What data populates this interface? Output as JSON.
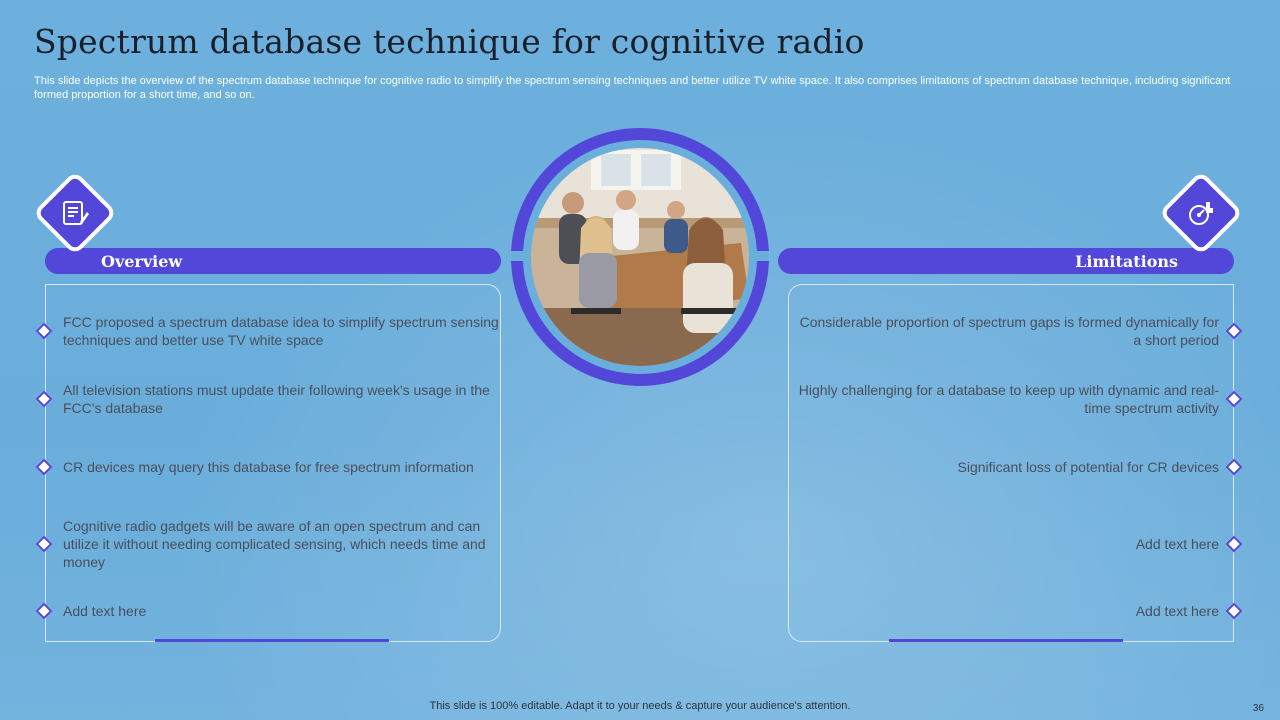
{
  "title": "Spectrum database technique for cognitive radio",
  "subtitle": "This slide depicts the overview of the spectrum database technique for cognitive radio to simplify the spectrum sensing techniques and better utilize TV white space. It also comprises limitations of spectrum database technique, including significant formed proportion for a short time, and so on.",
  "overview": {
    "heading": "Overview",
    "items": [
      "FCC proposed a spectrum database idea to simplify spectrum sensing techniques and better use TV white space",
      "All television stations must update their following week's usage in the FCC's database",
      "CR devices may query this database for free spectrum information",
      "Cognitive radio gadgets will be aware of an open spectrum and can utilize it without needing complicated sensing, which needs time and money",
      "Add text here"
    ]
  },
  "limitations": {
    "heading": "Limitations",
    "items": [
      "Considerable proportion of spectrum gaps is formed dynamically for a short period",
      "Highly challenging for a database to keep up with dynamic and real-time spectrum activity",
      "Significant loss of potential for CR devices",
      "Add text here",
      "Add text here"
    ]
  },
  "icons": {
    "overview": "document-edit-icon",
    "limitations": "speedometer-hand-icon"
  },
  "colors": {
    "accent": "#5247d8",
    "background": "#6aaedb"
  },
  "footer": "This slide is 100% editable. Adapt it to your needs & capture your audience's attention.",
  "page_number": "36"
}
